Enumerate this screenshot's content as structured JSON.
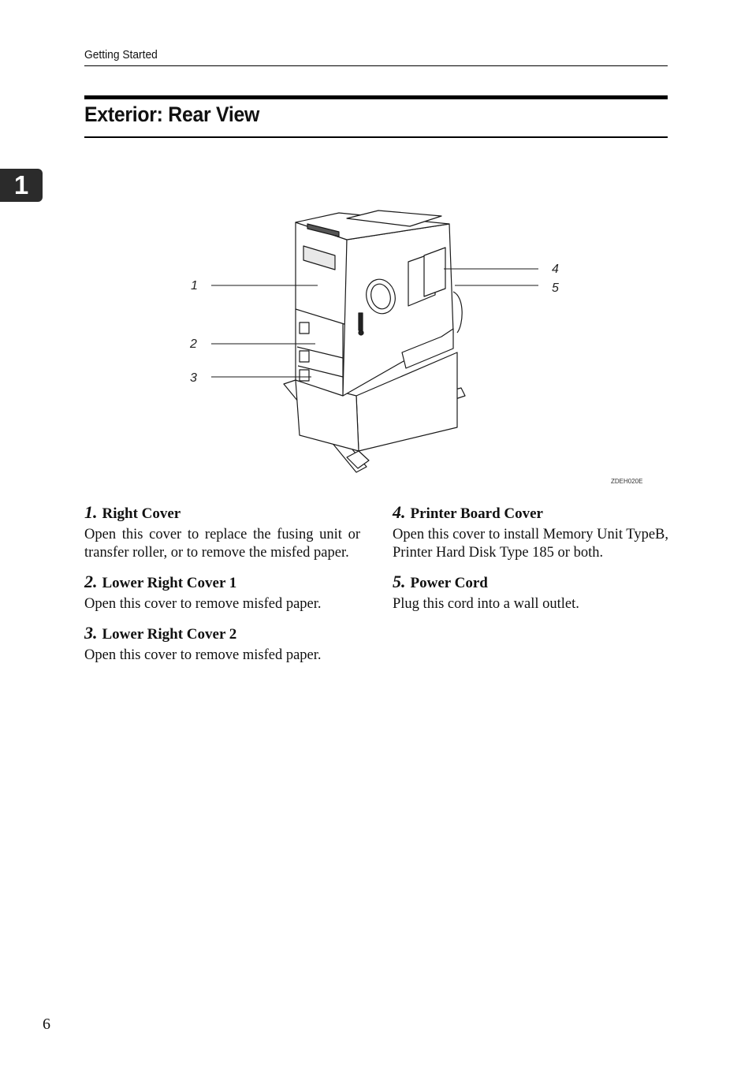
{
  "header": {
    "running_title": "Getting Started"
  },
  "chapter": {
    "tab_number": "1"
  },
  "page": {
    "title": "Exterior: Rear View",
    "number": "6"
  },
  "figure": {
    "code": "ZDEH020E",
    "callouts": [
      "1",
      "2",
      "3",
      "4",
      "5"
    ]
  },
  "items": [
    {
      "num": "1.",
      "title": "Right Cover",
      "desc": "Open this cover to replace the fusing unit or transfer roller, or to remove the misfed paper."
    },
    {
      "num": "2.",
      "title": "Lower Right Cover 1",
      "desc": "Open this cover to remove misfed paper."
    },
    {
      "num": "3.",
      "title": "Lower Right Cover 2",
      "desc": "Open this cover to remove misfed paper."
    },
    {
      "num": "4.",
      "title": "Printer Board Cover",
      "desc": "Open this cover to install Memory Unit TypeB, Printer Hard Disk Type 185 or both."
    },
    {
      "num": "5.",
      "title": "Power Cord",
      "desc": "Plug this cord into a wall outlet."
    }
  ]
}
